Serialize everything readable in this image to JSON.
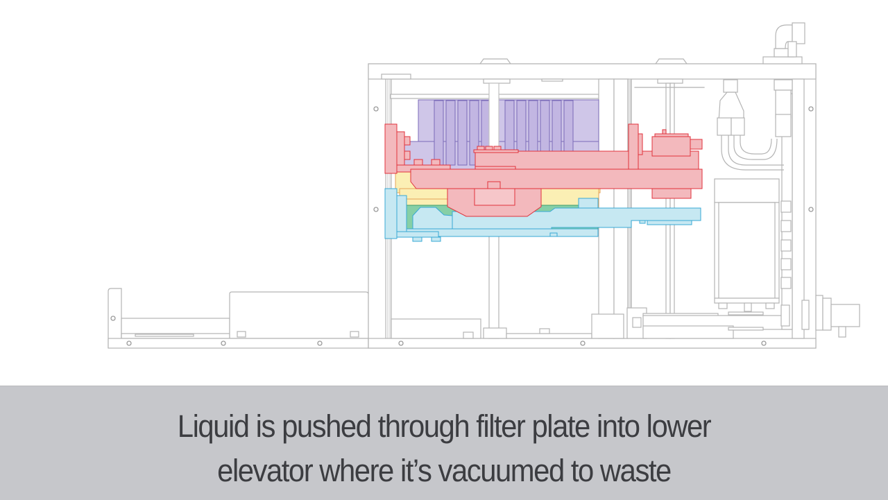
{
  "caption": {
    "line1": "Liquid is pushed through filter plate into lower",
    "line2": "elevator where it’s vacuumed to waste",
    "background_color": "#c6c7cb",
    "text_color": "#3c3d41"
  },
  "diagram": {
    "description": "Side-view line drawing of a liquid handling instrument with highlighted subassemblies",
    "highlighted_parts": [
      {
        "name": "filter-plate",
        "color": "#cfc6e8"
      },
      {
        "name": "upper-press-assembly",
        "color": "#f3b9bd"
      },
      {
        "name": "seal-layer",
        "color": "#fbefb4"
      },
      {
        "name": "vacuum-gasket",
        "color": "#86cfa6"
      },
      {
        "name": "lower-elevator",
        "color": "#c6e8f2"
      }
    ],
    "line_color": "#b4b4b4"
  }
}
